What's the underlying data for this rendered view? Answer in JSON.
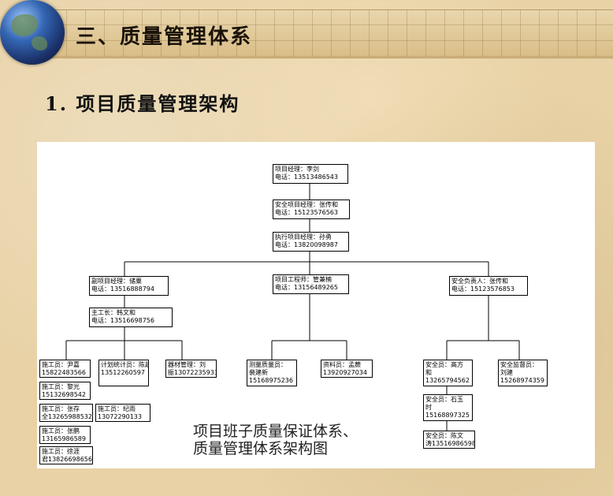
{
  "header": {
    "title": "三、质量管理体系",
    "subtitle": "1. 项目质量管理架构"
  },
  "diagram": {
    "nodes": {
      "pm": {
        "role": "项目经理：李剑",
        "phone": "电话：13513486543"
      },
      "safety_pm": {
        "role": "安全项目经理：张传和",
        "phone": "电话：15123576563"
      },
      "exec_pm": {
        "role": "执行项目经理：孙勇",
        "phone": "电话：13820098987"
      },
      "deputy_pm": {
        "role": "副项目经理：储粟",
        "phone": "电话：13516888794"
      },
      "engineer": {
        "role": "项目工程师：管兼楠",
        "phone": "电话：13156489265"
      },
      "safety_lead": {
        "role": "安全负责人：张传和",
        "phone": "电话：15123576853"
      },
      "foreman": {
        "role": "主工长：韩文和",
        "phone": "电话：13516698756"
      },
      "worker1": {
        "role": "施工员：尹嘉",
        "phone": "15822483566"
      },
      "worker2": {
        "role": "施工员：黎光",
        "phone": "15132698542"
      },
      "worker3": {
        "role": "施工员：张存",
        "phone": "全13265988532"
      },
      "worker4": {
        "role": "施工员：张鹏",
        "phone": "13165986589"
      },
      "worker5": {
        "role": "施工员：徐涯",
        "phone": "君13826698656"
      },
      "stats": {
        "role": "计划统计员：陈超",
        "phone": "13512260597"
      },
      "stats2": {
        "role": "施工员：纪雨",
        "phone": "13072290133"
      },
      "materials": {
        "role": "器材管理：刘",
        "phone": "振13072235933"
      },
      "survey": {
        "role": "测量质量员：",
        "phone": "裴建新",
        "extra": "15168975236"
      },
      "docs": {
        "role": "资料员：孟蕨",
        "phone": "13920927034"
      },
      "safety1": {
        "role": "安全员：高方",
        "phone": "和",
        "extra": "13265794562"
      },
      "safety2": {
        "role": "安全员：石玉",
        "phone": "时",
        "extra": "15168897325"
      },
      "safety3": {
        "role": "安全员：陈文",
        "phone": "涛13516986598"
      },
      "supervisor": {
        "role": "安全监督员：",
        "phone": "刘建",
        "extra": "15268974359"
      }
    },
    "caption": [
      "项目班子质量保证体系、",
      "质量管理体系架构图"
    ]
  }
}
